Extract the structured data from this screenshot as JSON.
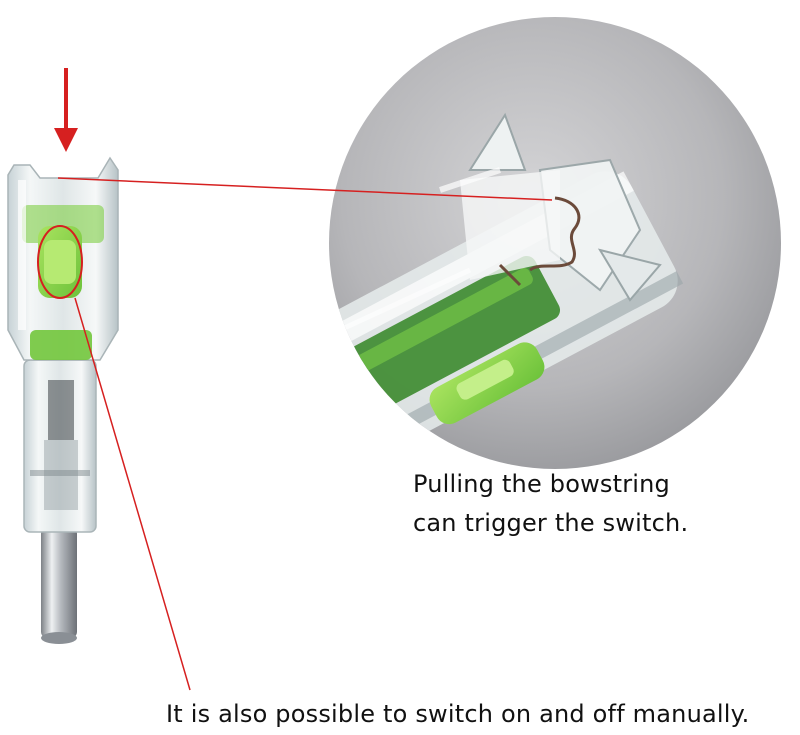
{
  "captions": {
    "switch_line1": "Pulling the bowstring",
    "switch_line2": "can trigger the switch.",
    "manual": "It is also possible to switch on and off manually."
  },
  "colors": {
    "annotation_red": "#d62020",
    "glow_green": "#8fd84a",
    "zoom_background": "#b9b9bb",
    "metal": "#c9ccd0"
  }
}
